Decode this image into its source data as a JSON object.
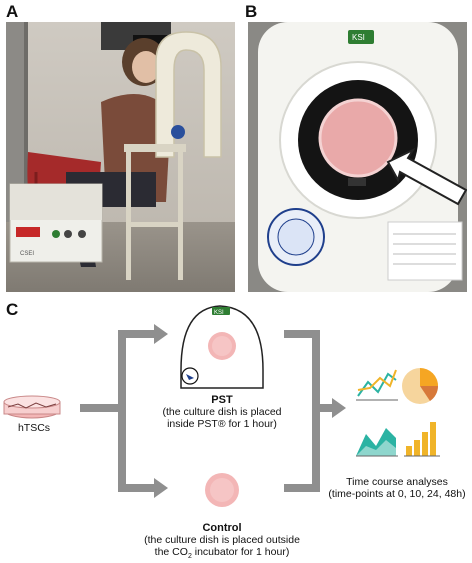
{
  "panels": {
    "a": "A",
    "b": "B",
    "c": "C"
  },
  "photo_a": {
    "label": "CSEI"
  },
  "photo_b": {
    "logo": "KSI"
  },
  "diagram": {
    "device_logo": "KSI",
    "hTSCs_label": "hTSCs",
    "pst_title": "PST",
    "pst_line1": "(the culture dish is placed",
    "pst_line2": "inside PST® for 1 hour)",
    "control_title": "Control",
    "control_line1": "(the culture dish is placed outside",
    "control_line2_pre": "the CO",
    "control_line2_sub": "2",
    "control_line2_post": " incubator for 1 hour)",
    "analysis_line1": "Time course analyses",
    "analysis_line2": "(time-points at 0, 10, 24, 48h)"
  },
  "colors": {
    "arrow": "#8f8f8f",
    "dish": "#f3b6b6",
    "teal": "#2bb3a3",
    "orange": "#f5a623",
    "gold": "#f0b429"
  }
}
